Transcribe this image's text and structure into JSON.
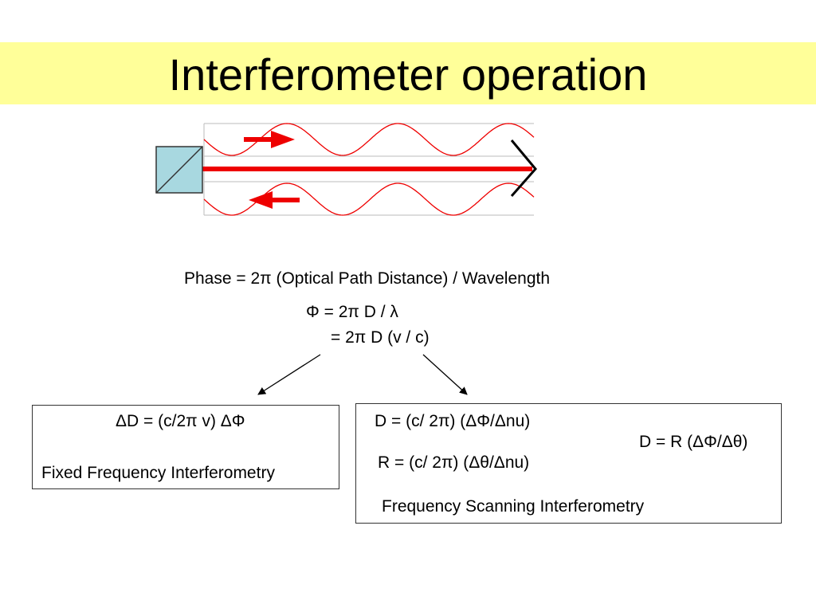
{
  "slide": {
    "title": "Interferometer operation"
  },
  "equations": {
    "phase_definition": "Phase = 2π (Optical Path Distance) / Wavelength",
    "phi_line1": "Φ = 2π D / λ",
    "phi_line2": "= 2π D (v / c)"
  },
  "fixed_frequency": {
    "equation": "ΔD = (c/2π v) ΔΦ",
    "label": "Fixed Frequency Interferometry"
  },
  "frequency_scanning": {
    "equation_d": "D = (c/ 2π) (ΔΦ/Δnu)",
    "equation_r": "R = (c/ 2π) (Δθ/Δnu)",
    "result": "D = R (ΔΦ/Δθ)",
    "label": "Frequency Scanning Interferometry"
  },
  "colors": {
    "title_band": "#ffff99",
    "beam": "#ee0000",
    "beamsplitter": "#a8d8e0"
  }
}
